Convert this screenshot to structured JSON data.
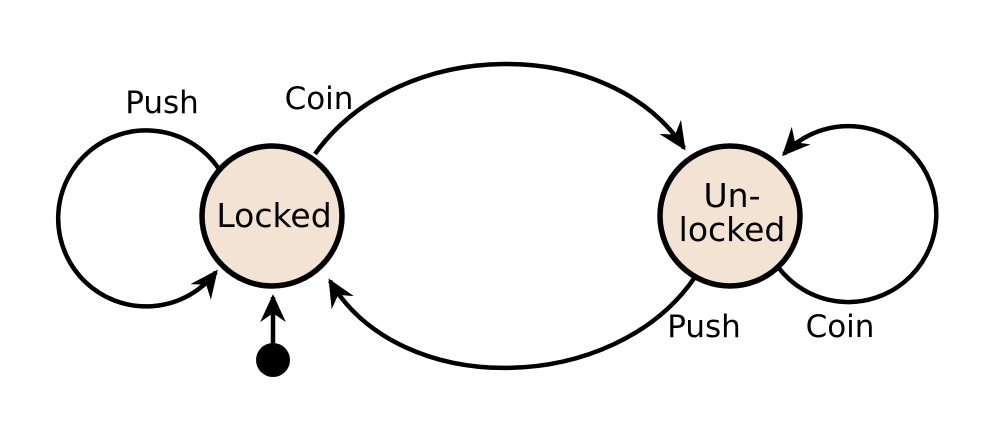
{
  "diagram": {
    "type": "finite-state-machine",
    "background_color": "#ffffff",
    "line_color": "#000000",
    "state_fill_color": "#f2e3d3",
    "initial_state": "locked",
    "states": [
      {
        "id": "locked",
        "label": "Locked"
      },
      {
        "id": "unlocked",
        "label": "Un-locked"
      }
    ],
    "transitions": [
      {
        "from": "locked",
        "to": "locked",
        "label": "Push"
      },
      {
        "from": "locked",
        "to": "unlocked",
        "label": "Coin"
      },
      {
        "from": "unlocked",
        "to": "locked",
        "label": "Push"
      },
      {
        "from": "unlocked",
        "to": "unlocked",
        "label": "Coin"
      }
    ],
    "labels": {
      "locked_state": "Locked",
      "unlocked_state_line1": "Un-",
      "unlocked_state_line2": "locked",
      "push_self_loop": "Push",
      "coin_to_unlocked": "Coin",
      "push_to_locked": "Push",
      "coin_self_loop": "Coin"
    }
  }
}
